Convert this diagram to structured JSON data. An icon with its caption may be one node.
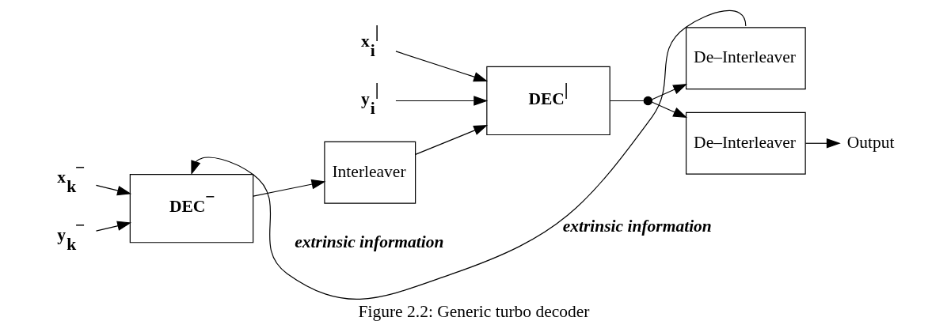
{
  "diagram": {
    "caption": "Figure 2.2: Generic turbo decoder",
    "nodes": [
      {
        "text": [
          "DEC$^{−}$"
        ]
      },
      {
        "text": [
          "Interleaver"
        ]
      },
      {
        "text": [
          "DEC$^{|}$"
        ]
      },
      {
        "text": [],
        "shape": "circle"
      },
      {
        "text": [
          "De–Interleaver"
        ]
      },
      {
        "text": [
          "De–Interleaver"
        ]
      },
      {
        "text": [
          "x$_{k}$$^{−}$"
        ]
      },
      {
        "text": [
          "y$_{k}$$^{−}$"
        ]
      },
      {
        "text": [
          "x$_{i}$$^{|}$"
        ]
      },
      {
        "text": [
          "y$_{i}$$^{|}$"
        ]
      },
      {
        "text": [
          "Output"
        ]
      }
    ],
    "edges": [
      {
        "from": 4,
        "to": 0,
        "arrow": "to",
        "label": "extrinsic information"
      },
      {
        "from": 6,
        "to": 0,
        "arrow": "to"
      },
      {
        "from": 7,
        "to": 0,
        "arrow": "to"
      },
      {
        "from": 0,
        "to": 1,
        "arrow": "to"
      },
      {
        "from": 1,
        "to": 2,
        "arrow": "to"
      },
      {
        "from": 8,
        "to": 2,
        "arrow": "to"
      },
      {
        "from": 9,
        "to": 2,
        "arrow": "to"
      },
      {
        "from": 2,
        "to": 3,
        "arrow": "none"
      },
      {
        "from": 3,
        "to": 4,
        "arrow": "to"
      },
      {
        "from": 3,
        "to": 5,
        "arrow": "to"
      },
      {
        "from": 5,
        "to": 10,
        "arrow": "to"
      }
    ],
    "labels": [
      "extrinsic information"
    ]
  }
}
